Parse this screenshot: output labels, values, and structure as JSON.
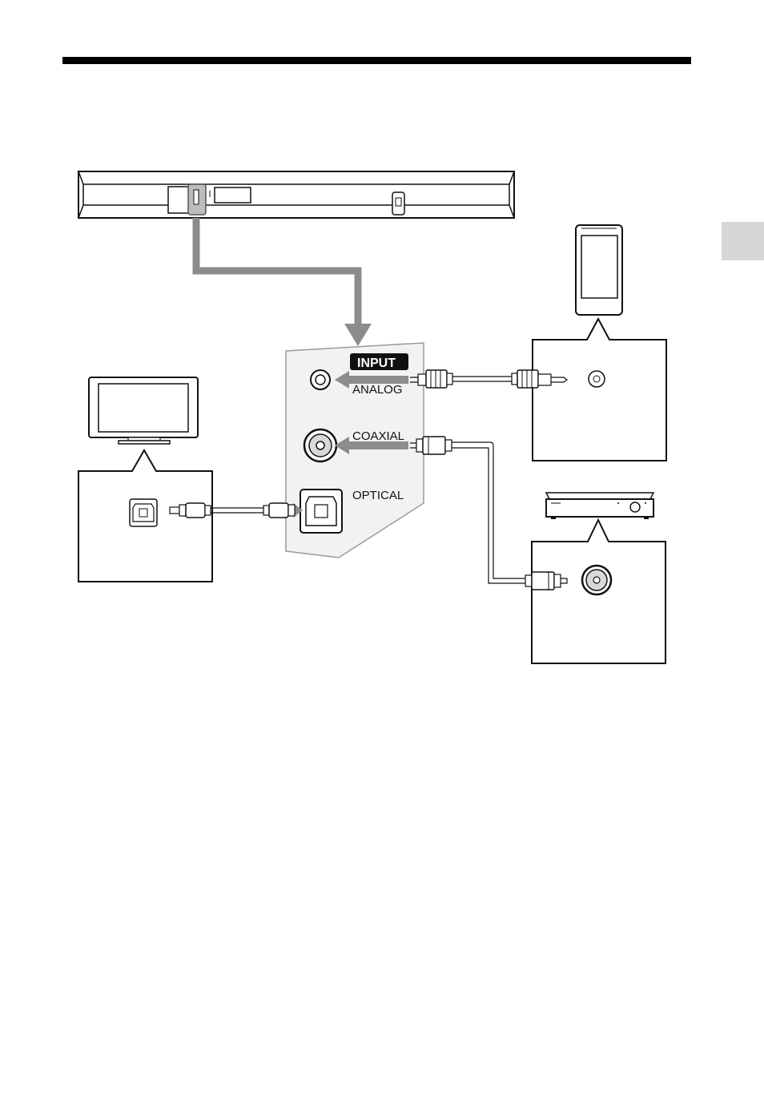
{
  "labels": {
    "input": "INPUT",
    "analog": "ANALOG",
    "coaxial": "COAXIAL",
    "optical": "OPTICAL"
  },
  "icons": {
    "soundbar": "soundbar-icon",
    "tv": "tv-icon",
    "portable_player": "portable-player-icon",
    "disc_player": "disc-player-icon"
  },
  "colors": {
    "rule": "#000000",
    "arrow": "#8c8c8c",
    "panel_fill": "#f2f2f2",
    "side_tab": "#d6d6d6"
  }
}
